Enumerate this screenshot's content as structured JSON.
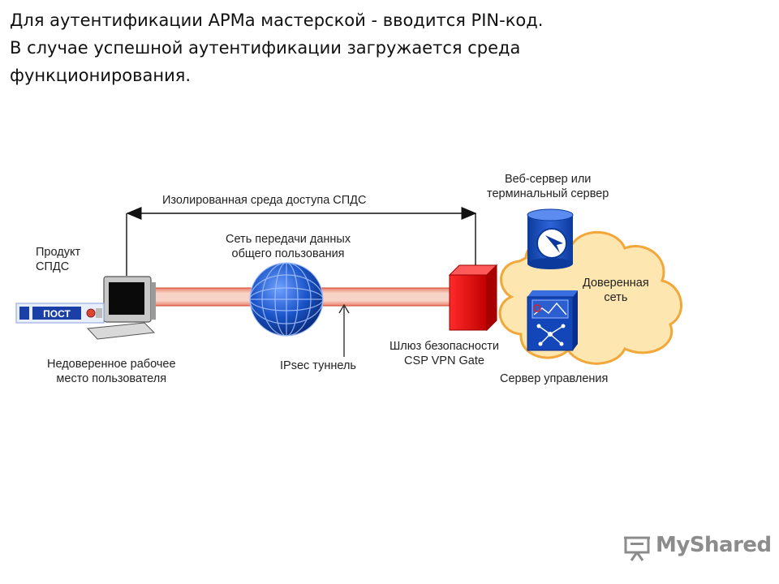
{
  "heading": {
    "line1": "Для аутентификации АРМа мастерской - вводится PIN-код.",
    "line2": "В случае успешной аутентификации загружается среда",
    "line3": "функционирования."
  },
  "diagram": {
    "isolated_env": "Изолированная среда доступа СПДС",
    "product_line1": "Продукт",
    "product_line2": "СПДС",
    "token_label": "ПОСТ",
    "public_network_line1": "Сеть передачи данных",
    "public_network_line2": "общего пользования",
    "untrusted_ws_line1": "Недоверенное рабочее",
    "untrusted_ws_line2": "место пользователя",
    "ipsec_tunnel": "IPsec туннель",
    "gateway_line1": "Шлюз безопасности",
    "gateway_line2": "CSP VPN Gate",
    "web_server_line1": "Веб-сервер или",
    "web_server_line2": "терминальный сервер",
    "trusted_net_line1": "Доверенная",
    "trusted_net_line2": "сеть",
    "mgmt_server": "Сервер управления"
  },
  "watermark": {
    "text": "MyShared"
  },
  "colors": {
    "tunnel": "#f4c2b4",
    "tunnel_edge": "#d9462e",
    "cloud": "#fde6b0",
    "cloud_edge": "#f2a73a",
    "gateway": "#e01010",
    "globe": "#1a54c8",
    "server": "#1346b8"
  }
}
